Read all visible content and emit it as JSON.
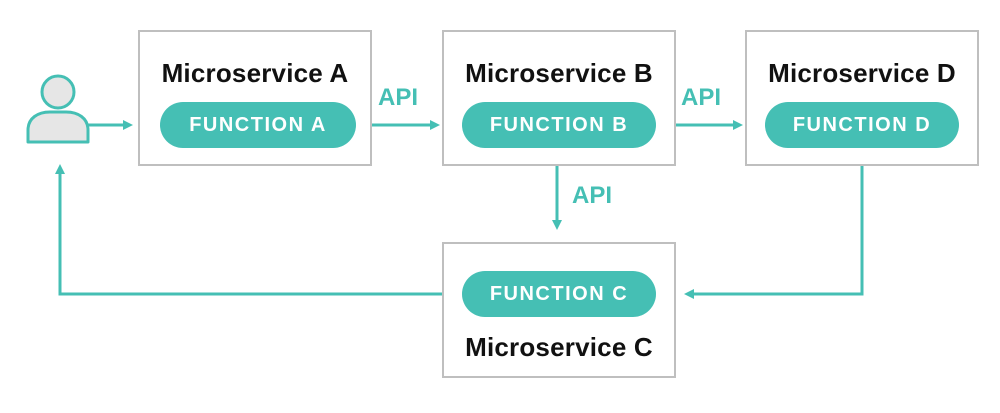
{
  "diagram": {
    "accent_color": "#45bfb4",
    "border_color": "#bfbfbf",
    "user": {
      "icon": "user-icon"
    },
    "services": {
      "a": {
        "title": "Microservice A",
        "function": "FUNCTION A"
      },
      "b": {
        "title": "Microservice B",
        "function": "FUNCTION B"
      },
      "c": {
        "title": "Microservice C",
        "function": "FUNCTION C"
      },
      "d": {
        "title": "Microservice D",
        "function": "FUNCTION D"
      }
    },
    "connectors": {
      "a_to_b": "API",
      "b_to_d": "API",
      "b_to_c": "API"
    }
  }
}
